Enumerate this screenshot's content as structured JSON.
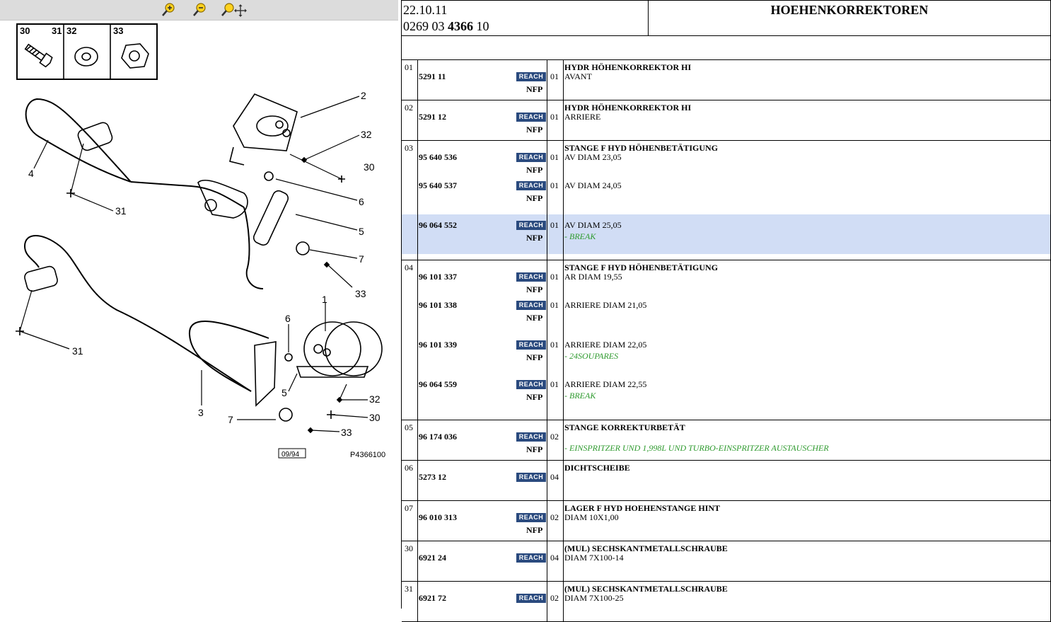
{
  "toolbar": {
    "zoom_in": "zoom-in",
    "zoom_out": "zoom-out",
    "zoom_pan": "zoom-pan"
  },
  "diagram": {
    "legend": [
      "30",
      "31",
      "32",
      "33"
    ],
    "callouts": [
      "2",
      "32",
      "30",
      "4",
      "31",
      "6",
      "5",
      "7",
      "33",
      "1",
      "6",
      "31",
      "5",
      "3",
      "32",
      "7",
      "30",
      "33"
    ],
    "date_box": "09/94",
    "ref": "P4366100"
  },
  "header": {
    "date": "22.10.11",
    "code_a": "0269 03",
    "code_b": "4366",
    "code_c": "10",
    "title": "HOEHENKORREKTOREN"
  },
  "colors": {
    "reach_badge": "#2a4a7e",
    "highlight": "#d1ddf5",
    "note": "#2e9a2e"
  },
  "badge": {
    "reach": "REACH",
    "nfp": "NFP"
  },
  "groups": [
    {
      "num": "01",
      "title": "HYDR HÖHENKORREKTOR HI",
      "parts": [
        {
          "pn": "5291 11",
          "qty": "01",
          "desc": "AVANT",
          "nfp": true
        }
      ]
    },
    {
      "num": "02",
      "title": "HYDR HÖHENKORREKTOR HI",
      "parts": [
        {
          "pn": "5291 12",
          "qty": "01",
          "desc": "ARRIERE",
          "nfp": true
        }
      ]
    },
    {
      "num": "03",
      "title": "STANGE F HYD HÖHENBETÄTIGUNG",
      "parts": [
        {
          "pn": "95 640 536",
          "qty": "01",
          "desc": "AV DIAM 23,05",
          "nfp": true
        },
        {
          "pn": "95 640 537",
          "qty": "01",
          "desc": "AV DIAM 24,05",
          "nfp": true
        },
        {
          "pn": "96 064 552",
          "qty": "01",
          "desc": "AV DIAM 25,05",
          "note": "- BREAK",
          "nfp": true,
          "highlight": true
        }
      ]
    },
    {
      "num": "04",
      "title": "STANGE F HYD HÖHENBETÄTIGUNG",
      "parts": [
        {
          "pn": "96 101 337",
          "qty": "01",
          "desc": "AR DIAM 19,55",
          "nfp": true
        },
        {
          "pn": "96 101 338",
          "qty": "01",
          "desc": "ARRIERE DIAM 21,05",
          "nfp": true
        },
        {
          "pn": "96 101 339",
          "qty": "01",
          "desc": "ARRIERE DIAM 22,05",
          "note": "- 24SOUPARES",
          "nfp": true
        },
        {
          "pn": "96 064 559",
          "qty": "01",
          "desc": "ARRIERE DIAM 22,55",
          "note": "- BREAK",
          "nfp": true
        }
      ]
    },
    {
      "num": "05",
      "title": "STANGE KORREKTURBETÄT",
      "parts": [
        {
          "pn": "96 174 036",
          "qty": "02",
          "desc": "",
          "note": "- EINSPRITZER UND 1,998L UND TURBO-EINSPRITZER AUSTAUSCHER",
          "nfp": true
        }
      ]
    },
    {
      "num": "06",
      "title": "DICHTSCHEIBE",
      "parts": [
        {
          "pn": "5273 12",
          "qty": "04",
          "desc": "",
          "nfp": false
        }
      ]
    },
    {
      "num": "07",
      "title": "LAGER F HYD HOEHENSTANGE HINT",
      "parts": [
        {
          "pn": "96 010 313",
          "qty": "02",
          "desc": "DIAM 10X1,00",
          "nfp": true
        }
      ]
    },
    {
      "num": "30",
      "title": "(MUL) SECHSKANTMETALLSCHRAUBE",
      "parts": [
        {
          "pn": "6921 24",
          "qty": "04",
          "desc": "DIAM 7X100-14",
          "nfp": false
        }
      ]
    },
    {
      "num": "31",
      "title": "(MUL) SECHSKANTMETALLSCHRAUBE",
      "parts": [
        {
          "pn": "6921 72",
          "qty": "02",
          "desc": "DIAM 7X100-25",
          "nfp": false
        }
      ]
    }
  ]
}
